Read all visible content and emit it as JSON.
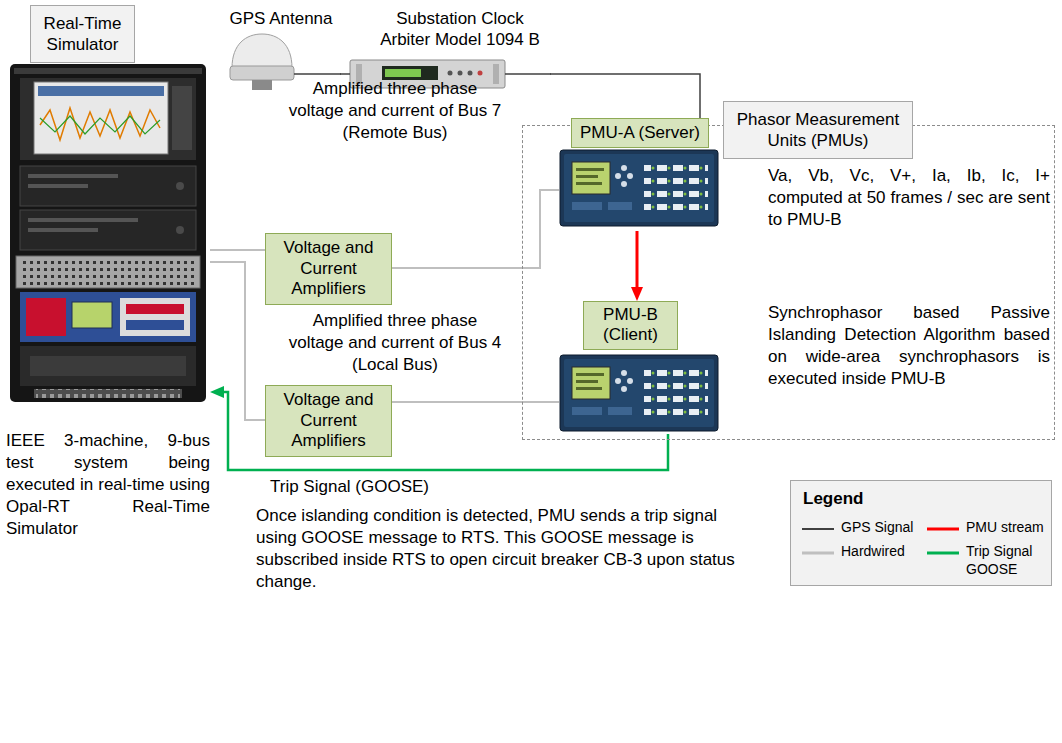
{
  "diagram": {
    "nodes": [
      {
        "text": [
          "Real-Time Simulator"
        ]
      },
      {
        "text": [
          "GPS Antenna"
        ]
      },
      {
        "text": [
          "Substation Clock Arbiter Model 1094 B"
        ]
      },
      {
        "text": [
          "Phasor Measurement Units (PMUs)"
        ]
      },
      {
        "text": [
          "PMU-A (Server)"
        ],
        "in": 3
      },
      {
        "text": [
          "Voltage and Current Amplifiers"
        ]
      },
      {
        "text": [
          "PMU-B (Client)"
        ],
        "in": 3
      },
      {
        "text": [
          "Voltage and Current Amplifiers"
        ]
      },
      {
        "text": [
          "Legend"
        ]
      }
    ],
    "edges": [
      {
        "from": 1,
        "to": 2,
        "arrow": "none"
      },
      {
        "from": 2,
        "to": 4,
        "arrow": "none"
      },
      {
        "from": 0,
        "to": 5,
        "arrow": "none"
      },
      {
        "from": 5,
        "to": 4,
        "arrow": "none"
      },
      {
        "from": 0,
        "to": 7,
        "arrow": "none"
      },
      {
        "from": 7,
        "to": 6,
        "arrow": "none"
      },
      {
        "from": 4,
        "to": 6,
        "arrow": "to"
      },
      {
        "from": 6,
        "to": 0,
        "arrow": "to",
        "label": "Trip Signal (GOOSE)"
      }
    ],
    "labels": [
      "Amplified three phase voltage and current of Bus 7 (Remote Bus)",
      "Va, Vb, Vc, V+, Ia, Ib, Ic, I+ computed at 50 frames / sec are sent to PMU-B",
      "Amplified three phase voltage and current of Bus 4 (Local Bus)",
      "Synchrophasor based Passive Islanding Detection Algorithm based on wide-area synchrophasors is executed inside PMU-B",
      "IEEE 3-machine, 9-bus test system being executed in real-time using Opal-RT Real-Time Simulator",
      "Once islanding condition is detected, PMU sends a trip signal using GOOSE message to RTS. This GOOSE message is subscribed inside RTS to open circuit breaker CB-3 upon status change."
    ],
    "legend": [
      {
        "text": "GPS Signal"
      },
      {
        "text": "PMU stream"
      },
      {
        "text": "Hardwired"
      },
      {
        "text": "Trip Signal GOOSE"
      }
    ]
  }
}
